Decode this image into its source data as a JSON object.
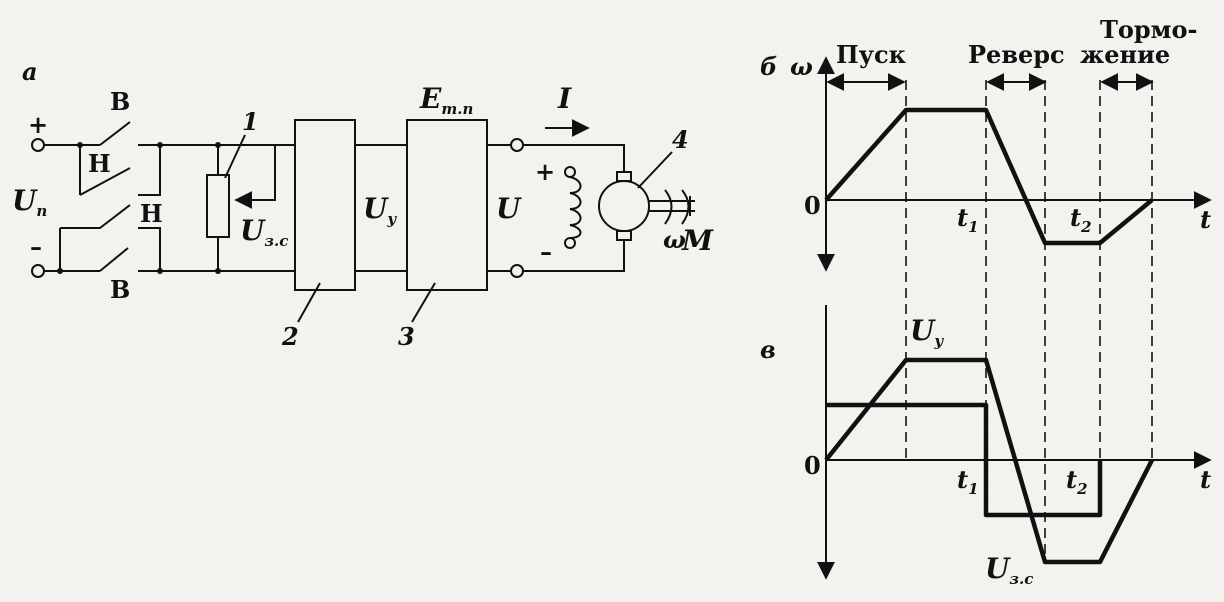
{
  "panels": {
    "a": "а",
    "b": "б",
    "v": "в"
  },
  "circuit": {
    "plus": "+",
    "minus": "–",
    "supply": "U",
    "supply_sub": "п",
    "switch_forward": "В",
    "switch_reverse": "Н",
    "pot_label": "1",
    "usc": "U",
    "usc_sub": "з.с",
    "block2": "2",
    "block3": "3",
    "motor": "4",
    "uy": "U",
    "uy_sub": "у",
    "etp": "E",
    "etp_sub": "т.п",
    "u_out": "U",
    "current": "I",
    "field_plus": "+",
    "field_minus": "–",
    "omega": "ω",
    "torque": "M"
  },
  "speed_chart": {
    "y_axis": "ω",
    "origin": "0",
    "x_axis": "t",
    "t1": "t",
    "t1_sub": "1",
    "t2": "t",
    "t2_sub": "2",
    "phase_start": "Пуск",
    "phase_reverse": "Реверс",
    "phase_brake_1": "Тормо-",
    "phase_brake_2": "жение"
  },
  "voltage_chart": {
    "origin": "0",
    "x_axis": "t",
    "t1": "t",
    "t1_sub": "1",
    "t2": "t",
    "t2_sub": "2",
    "uy": "U",
    "uy_sub": "у",
    "usc": "U",
    "usc_sub": "з.с"
  }
}
